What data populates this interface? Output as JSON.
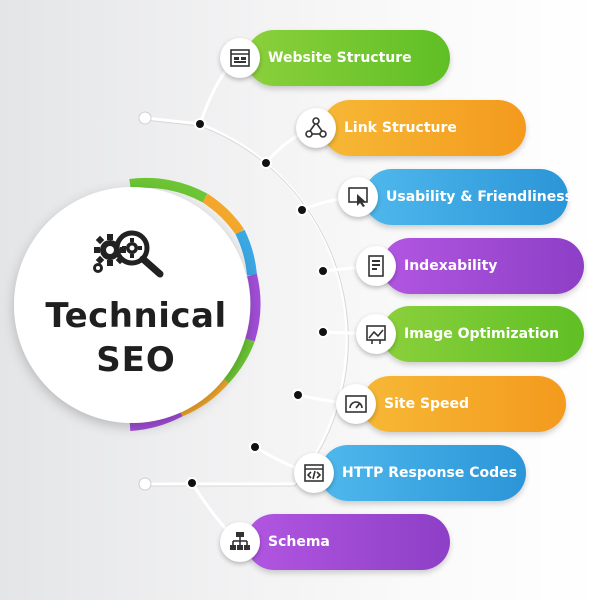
{
  "diagram": {
    "hub": {
      "line1": "Technical",
      "line2": "SEO",
      "icon": "gear-magnifier-icon"
    },
    "items": [
      {
        "label": "Website Structure",
        "icon": "sitemap-icon",
        "color_start": "#8bd03c",
        "color_end": "#5fbf24"
      },
      {
        "label": "Link Structure",
        "icon": "nodes-icon",
        "color_start": "#f6b836",
        "color_end": "#f49a1d"
      },
      {
        "label": "Usability & Friendliness",
        "icon": "pointer-icon",
        "color_start": "#4fb8ec",
        "color_end": "#2b95d8"
      },
      {
        "label": "Indexability",
        "icon": "document-icon",
        "color_start": "#b256e2",
        "color_end": "#8d3fc6"
      },
      {
        "label": "Image Optimization",
        "icon": "image-chart-icon",
        "color_start": "#8bd03c",
        "color_end": "#5fbf24"
      },
      {
        "label": "Site Speed",
        "icon": "speedometer-icon",
        "color_start": "#f6b836",
        "color_end": "#f49a1d"
      },
      {
        "label": "HTTP Response Codes",
        "icon": "code-icon",
        "color_start": "#4fb8ec",
        "color_end": "#2b95d8"
      },
      {
        "label": "Schema",
        "icon": "hierarchy-icon",
        "color_start": "#b256e2",
        "color_end": "#8d3fc6"
      }
    ]
  }
}
